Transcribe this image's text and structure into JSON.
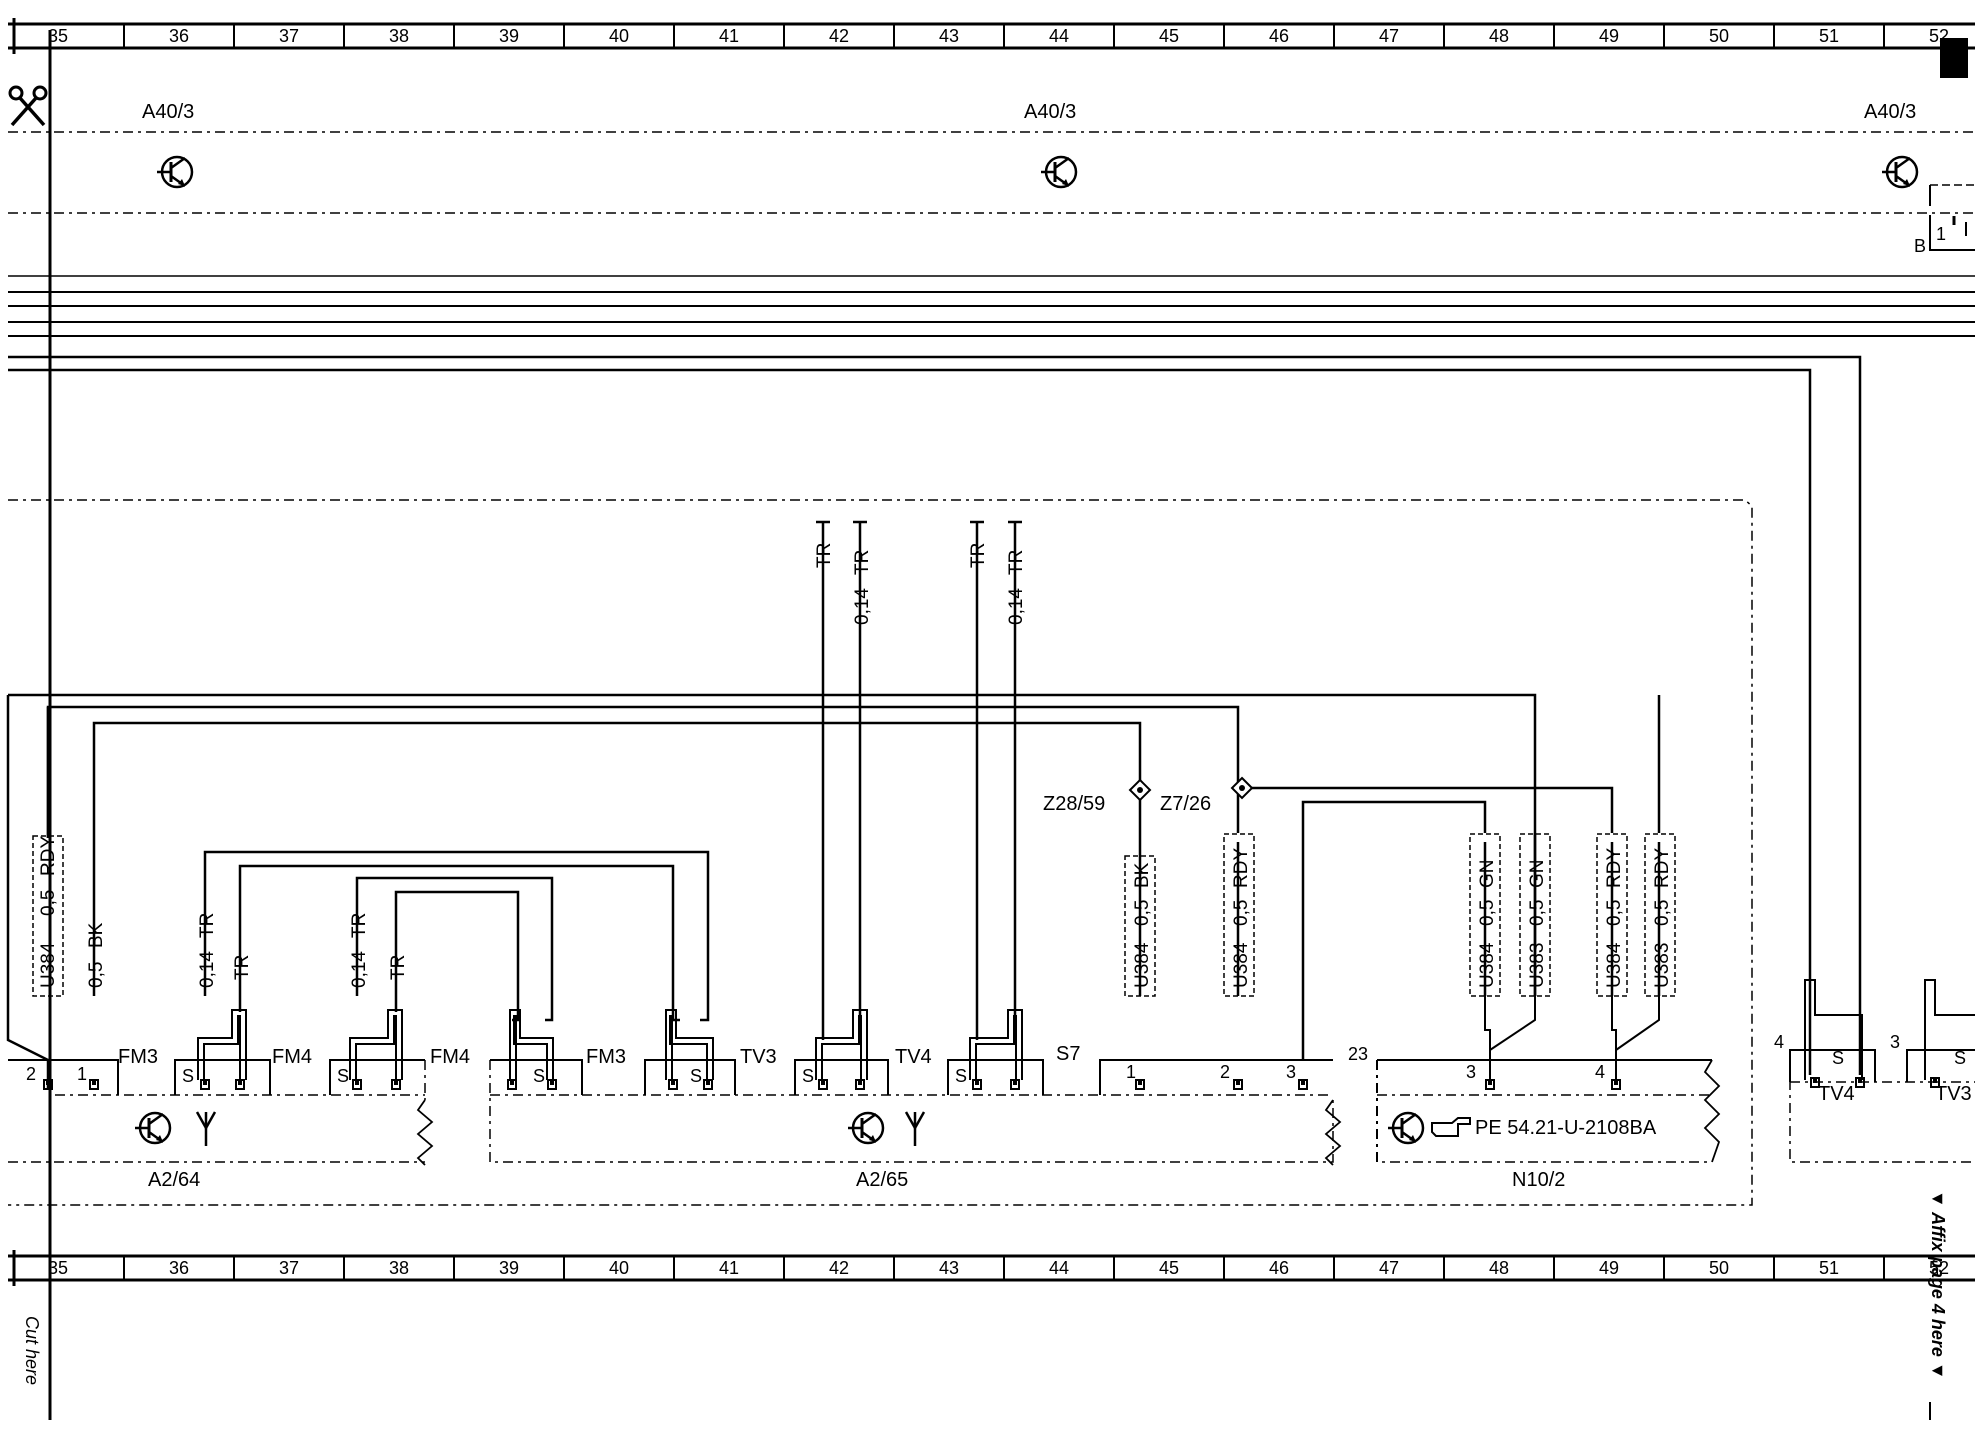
{
  "ruler": {
    "columns": [
      "35",
      "36",
      "37",
      "38",
      "39",
      "40",
      "41",
      "42",
      "43",
      "44",
      "45",
      "46",
      "47",
      "48",
      "49",
      "50",
      "51",
      "52"
    ]
  },
  "cut_marks": {
    "cut_here": "Cut here",
    "affix": "▼ Affix page 4 here ▼"
  },
  "top_modules": [
    {
      "label": "A40/3"
    },
    {
      "label": "A40/3"
    },
    {
      "label": "A40/3"
    }
  ],
  "top_right_connector": {
    "pin": "1",
    "letter": "B"
  },
  "wires": [
    {
      "id": "w1",
      "code": "U384",
      "size": "0,5",
      "color": "RDY"
    },
    {
      "id": "w2",
      "code": "",
      "size": "0,5",
      "color": "BK"
    },
    {
      "id": "w3",
      "code": "",
      "size": "0,14",
      "color": "TR",
      "second": "TR"
    },
    {
      "id": "w4",
      "code": "",
      "size": "0,14",
      "color": "TR",
      "second": "TR"
    },
    {
      "id": "w5",
      "code": "",
      "size": "0,14",
      "color": "TR",
      "second": "TR"
    },
    {
      "id": "w6",
      "code": "",
      "size": "0,14",
      "color": "TR",
      "second": "TR"
    },
    {
      "id": "w7",
      "code": "U384",
      "size": "0,5",
      "color": "BK"
    },
    {
      "id": "w8",
      "code": "U384",
      "size": "0,5",
      "color": "RDY"
    },
    {
      "id": "w9",
      "code": "U384",
      "size": "0,5",
      "color": "GN"
    },
    {
      "id": "w10",
      "code": "U383",
      "size": "0,5",
      "color": "GN"
    },
    {
      "id": "w11",
      "code": "U384",
      "size": "0,5",
      "color": "RDY"
    },
    {
      "id": "w12",
      "code": "U383",
      "size": "0,5",
      "color": "RDY"
    }
  ],
  "splices": [
    {
      "label": "Z28/59"
    },
    {
      "label": "Z7/26"
    }
  ],
  "connectors": [
    {
      "label": "FM3"
    },
    {
      "label": "FM4"
    },
    {
      "label": "FM4"
    },
    {
      "label": "FM3"
    },
    {
      "label": "TV3"
    },
    {
      "label": "TV4"
    },
    {
      "label": "S7"
    },
    {
      "label": "TV4"
    },
    {
      "label": "TV3"
    }
  ],
  "pins": [
    "2",
    "1",
    "S",
    "S",
    "S",
    "S",
    "S",
    "S",
    "S",
    "1",
    "2",
    "3",
    "23",
    "3",
    "4",
    "4",
    "3",
    "S"
  ],
  "components": [
    {
      "label": "A2/64"
    },
    {
      "label": "A2/65"
    },
    {
      "label": "N10/2",
      "reference": "PE 54.21-U-2108BA"
    }
  ],
  "colors": {
    "line": "#000000",
    "background": "#ffffff"
  }
}
